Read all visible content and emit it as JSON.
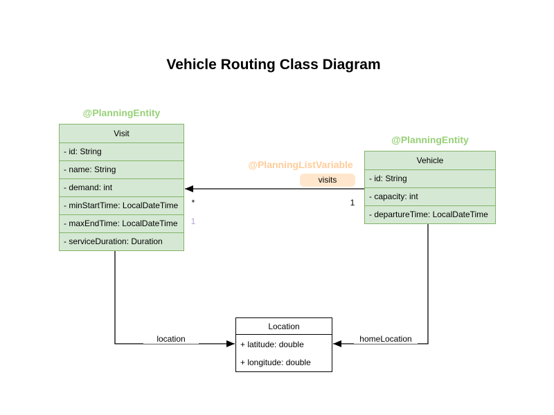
{
  "title": "Vehicle Routing Class Diagram",
  "classes": {
    "visit": {
      "annotation": "@PlanningEntity",
      "name": "Visit",
      "attributes": [
        "- id: String",
        "- name: String",
        "- demand: int",
        "- minStartTime: LocalDateTime",
        "- maxEndTime: LocalDateTime",
        "- serviceDuration: Duration"
      ]
    },
    "vehicle": {
      "annotation": "@PlanningEntity",
      "name": "Vehicle",
      "attributes": [
        "- id: String",
        "- capacity: int",
        "- departureTime: LocalDateTime"
      ]
    },
    "location": {
      "name": "Location",
      "attributes": [
        "+ latitude: double",
        "+ longitude: double"
      ]
    }
  },
  "relations": {
    "visits": {
      "annotation": "@PlanningListVariable",
      "label": "visits",
      "multiplicity_visit_side": "*",
      "multiplicity_vehicle_side": "1",
      "index_label": "1"
    },
    "location": {
      "label": "location"
    },
    "home_location": {
      "label": "homeLocation"
    }
  },
  "colors": {
    "entity_fill": "#d5e8d4",
    "entity_border": "#82b366",
    "annotation_green": "#97d077",
    "annotation_orange": "#ffcc99",
    "visits_badge_fill": "#ffe6cc",
    "index_label_color": "#b5a1cf",
    "edge_color": "#000000",
    "plain_border": "#000000"
  }
}
